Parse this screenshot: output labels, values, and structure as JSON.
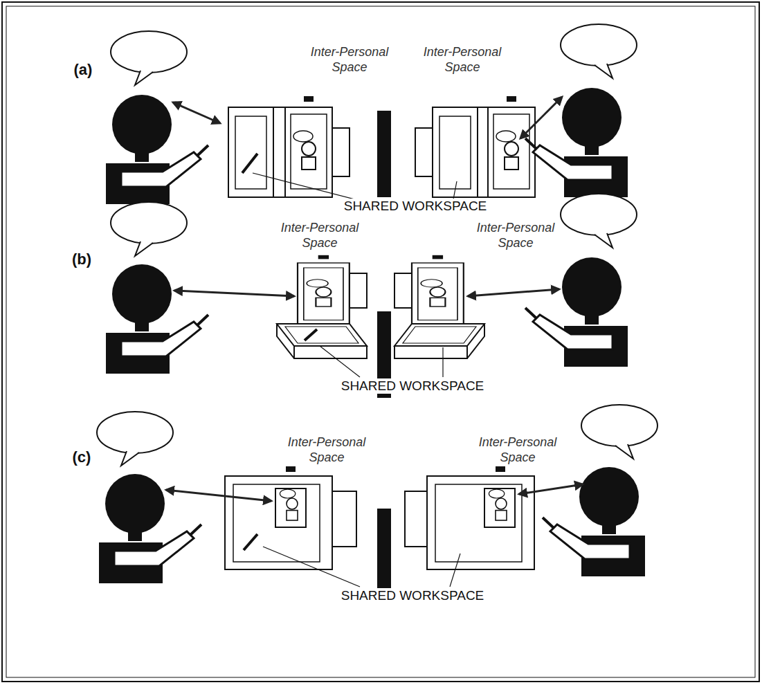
{
  "diagram": {
    "labels": [
      "(a)",
      "Inter-Personal Space",
      "Inter-Personal Space",
      "SHARED WORKSPACE",
      "(b)",
      "Inter-Personal Space",
      "Inter-Personal Space",
      "SHARED WORKSPACE",
      "(c)",
      "Inter-Personal Space",
      "Inter-Personal Space",
      "SHARED WORKSPACE"
    ]
  }
}
